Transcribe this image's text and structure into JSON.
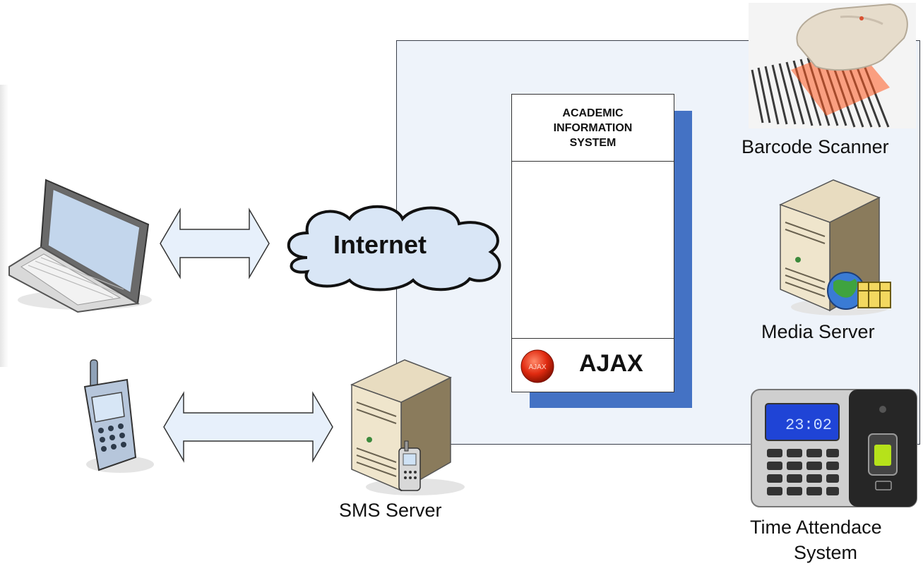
{
  "system": {
    "title": "ACADEMIC\nINFORMATION\nSYSTEM",
    "ajax_label": "AJAX",
    "ajax_logo_text": "AJAX"
  },
  "network": {
    "internet_label": "Internet"
  },
  "devices": {
    "barcode_scanner": "Barcode Scanner",
    "media_server": "Media Server",
    "sms_server": "SMS Server",
    "time_attendance_line1": "Time Attendace",
    "time_attendance_line2": "System",
    "attendance_display": "23:02"
  },
  "colors": {
    "panel_bg": "#eef3fa",
    "shadow_blue": "#4472c4",
    "arrow_fill": "#e7f0fb",
    "cloud_fill": "#d9e6f6"
  }
}
